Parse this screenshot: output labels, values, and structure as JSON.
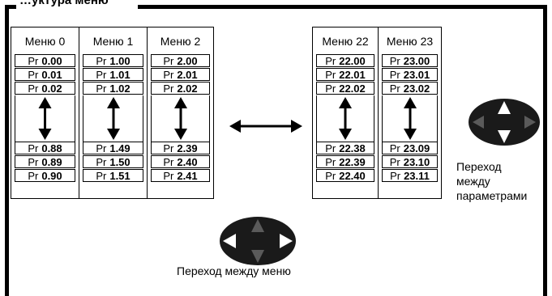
{
  "title": "…уктура меню",
  "tables": [
    {
      "columns": [
        {
          "header": "Меню 0",
          "top": [
            {
              "pre": "Pr",
              "num": "0.00"
            },
            {
              "pre": "Pr",
              "num": "0.01"
            },
            {
              "pre": "Pr",
              "num": "0.02"
            }
          ],
          "bottom": [
            {
              "pre": "Pr",
              "num": "0.88"
            },
            {
              "pre": "Pr",
              "num": "0.89"
            },
            {
              "pre": "Pr",
              "num": "0.90"
            }
          ]
        },
        {
          "header": "Меню 1",
          "top": [
            {
              "pre": "Pr",
              "num": "1.00"
            },
            {
              "pre": "Pr",
              "num": "1.01"
            },
            {
              "pre": "Pr",
              "num": "1.02"
            }
          ],
          "bottom": [
            {
              "pre": "Pr",
              "num": "1.49"
            },
            {
              "pre": "Pr",
              "num": "1.50"
            },
            {
              "pre": "Pr",
              "num": "1.51"
            }
          ]
        },
        {
          "header": "Меню 2",
          "top": [
            {
              "pre": "Pr",
              "num": "2.00"
            },
            {
              "pre": "Pr",
              "num": "2.01"
            },
            {
              "pre": "Pr",
              "num": "2.02"
            }
          ],
          "bottom": [
            {
              "pre": "Pr",
              "num": "2.39"
            },
            {
              "pre": "Pr",
              "num": "2.40"
            },
            {
              "pre": "Pr",
              "num": "2.41"
            }
          ]
        }
      ]
    },
    {
      "columns": [
        {
          "header": "Меню 22",
          "top": [
            {
              "pre": "Pr",
              "num": "22.00"
            },
            {
              "pre": "Pr",
              "num": "22.01"
            },
            {
              "pre": "Pr",
              "num": "22.02"
            }
          ],
          "bottom": [
            {
              "pre": "Pr",
              "num": "22.38"
            },
            {
              "pre": "Pr",
              "num": "22.39"
            },
            {
              "pre": "Pr",
              "num": "22.40"
            }
          ]
        },
        {
          "header": "Меню 23",
          "top": [
            {
              "pre": "Pr",
              "num": "23.00"
            },
            {
              "pre": "Pr",
              "num": "23.01"
            },
            {
              "pre": "Pr",
              "num": "23.02"
            }
          ],
          "bottom": [
            {
              "pre": "Pr",
              "num": "23.09"
            },
            {
              "pre": "Pr",
              "num": "23.10"
            },
            {
              "pre": "Pr",
              "num": "23.11"
            }
          ]
        }
      ]
    }
  ],
  "param_hint": [
    "Переход",
    "между",
    "параметрами"
  ],
  "menu_hint": "Переход между меню",
  "icons": {
    "connector": "double-headed-horizontal-arrow-icon",
    "vertical": "double-headed-vertical-arrow-icon",
    "keypad_up_down": "navigation-keypad-up-down-icon",
    "keypad_left_right": "navigation-keypad-left-right-icon"
  },
  "colors": {
    "keypad_body": "#1a1a1a",
    "keypad_arrow_active": "#ffffff",
    "keypad_arrow_dim": "#5a5a5a"
  }
}
